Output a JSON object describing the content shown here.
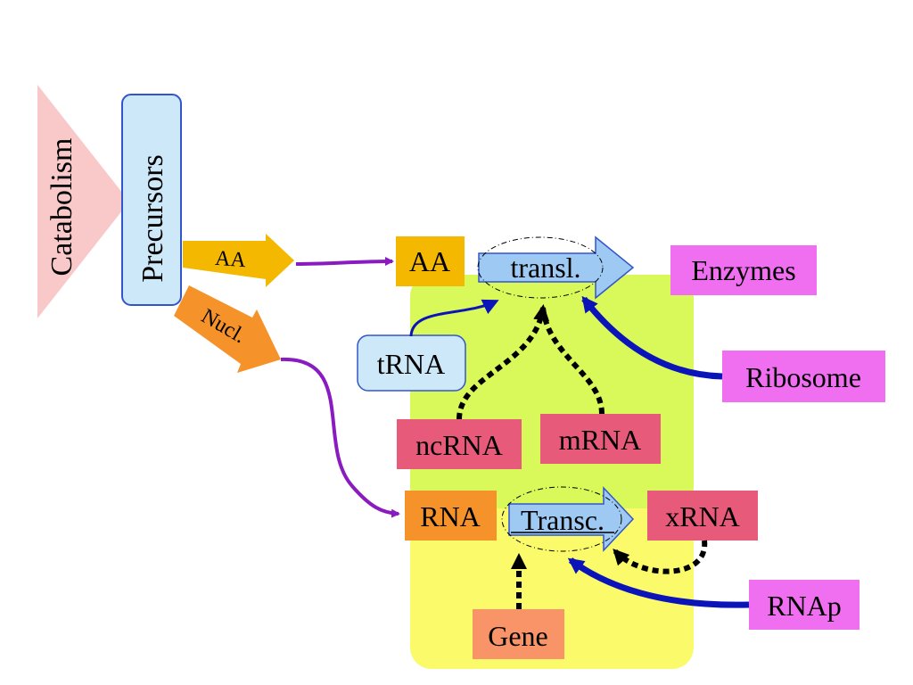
{
  "labels": {
    "catabolism": "Catabolism",
    "precursors": "Precursors",
    "aa_arrow": "AA",
    "nucl_arrow": "Nucl.",
    "aa_box": "AA",
    "transl": "transl.",
    "enzymes": "Enzymes",
    "trna": "tRNA",
    "ribosome": "Ribosome",
    "ncrna": "ncRNA",
    "mrna": "mRNA",
    "rna_box": "RNA",
    "transc": "Transc.",
    "xrna": "xRNA",
    "rnap": "RNAp",
    "gene": "Gene"
  },
  "colors": {
    "catabolism_fill": "#f9c9c9",
    "precursors_fill": "#cde8f8",
    "precursors_border": "#3355cc",
    "aa_orange": "#f5b800",
    "nucl_orange": "#f5922a",
    "process_blue": "#9dc9f2",
    "enzyme_magenta": "#f06ef0",
    "ncrna_pink": "#e85a7a",
    "gene_salmon": "#f89468",
    "translation_green": "#d9f85a",
    "transcription_yellow": "#fafa6a",
    "purple_arrow": "#8a1bc0",
    "blue_arrow": "#0a14b8"
  }
}
